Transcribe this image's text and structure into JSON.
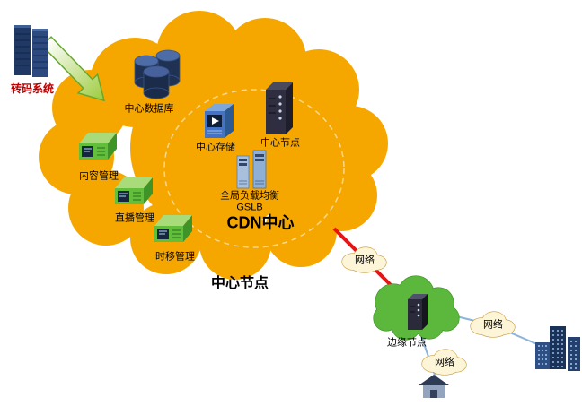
{
  "labels": {
    "transcoding": "转码系统",
    "central_database": "中心数据库",
    "central_storage": "中心存储",
    "central_node_icon": "中心节点",
    "gslb_line1": "全局负载均衡",
    "gslb_line2": "GSLB",
    "cdn_center": "CDN中心",
    "content_mgmt": "内容管理",
    "live_mgmt": "直播管理",
    "timeshift_mgmt": "时移管理",
    "central_node_title": "中心节点",
    "network_1": "网络",
    "edge_node": "边缘节点",
    "network_2": "网络",
    "network_3": "网络"
  },
  "colors": {
    "cloud_orange": "#F5A700",
    "cloud_green": "#5CB83C",
    "network_cloud_fill": "#FDF5D7",
    "network_cloud_stroke": "#C89A3C",
    "red_link": "#EE1111",
    "blue_link": "#8DB4D9",
    "navy": "#1F3864",
    "label_red": "#C00000"
  }
}
